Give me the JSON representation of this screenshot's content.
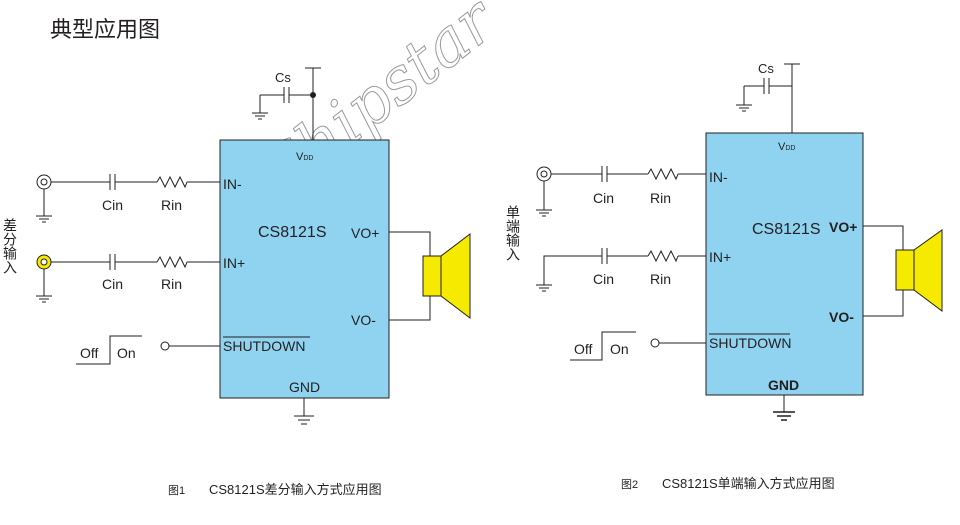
{
  "page": {
    "title": "典型应用图",
    "watermark": "Chipstar"
  },
  "fig1": {
    "chip_name": "CS8121S",
    "vdd_label": "V",
    "vdd_sub": "DD",
    "cs_label": "Cs",
    "pin_in_minus": "IN-",
    "pin_in_plus": "IN+",
    "pin_vo_plus": "VO+",
    "pin_vo_minus": "VO-",
    "pin_shutdown": "SHUTDOWN",
    "pin_gnd": "GND",
    "cin1": "Cin",
    "rin1": "Rin",
    "cin2": "Cin",
    "rin2": "Rin",
    "off_label": "Off",
    "on_label": "On",
    "side_label": "差分输入",
    "caption_num": "图1",
    "caption_text": "CS8121S差分输入方式应用图"
  },
  "fig2": {
    "chip_name": "CS8121S",
    "vdd_label": "V",
    "vdd_sub": "DD",
    "cs_label": "Cs",
    "pin_in_minus": "IN-",
    "pin_in_plus": "IN+",
    "pin_vo_plus": "VO+",
    "pin_vo_minus": "VO-",
    "pin_shutdown": "SHUTDOWN",
    "pin_gnd": "GND",
    "cin1": "Cin",
    "rin1": "Rin",
    "cin2": "Cin",
    "rin2": "Rin",
    "off_label": "Off",
    "on_label": "On",
    "side_label": "单端输入",
    "caption_num": "图2",
    "caption_text": "CS8121S单端输入方式应用图"
  },
  "colors": {
    "chip_fill": "#8fd3f0",
    "speaker_fill": "#f5ea00",
    "jack_ring": "#f5ea00",
    "line": "#231f20"
  }
}
